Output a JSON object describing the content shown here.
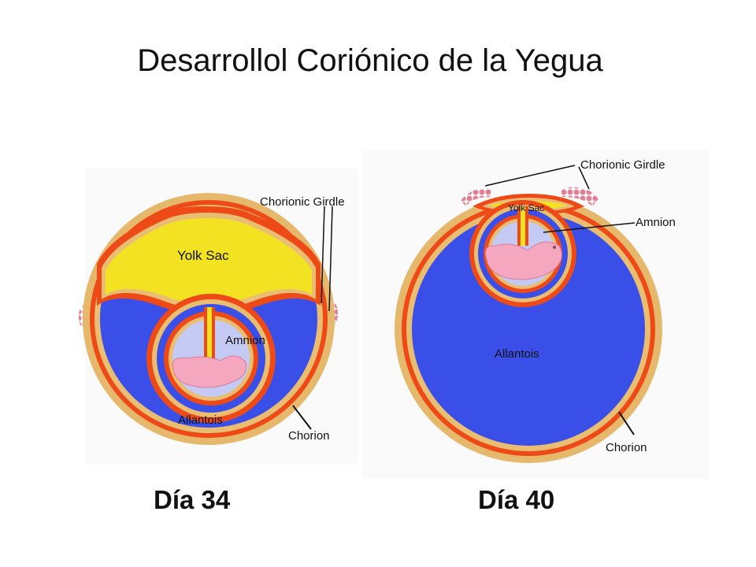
{
  "title": "Desarrollol Coriónico de la Yegua",
  "day34": {
    "caption": "Día 34",
    "labels": {
      "yolk_sac": "Yolk Sac",
      "amnion": "Amnion",
      "allantois": "Allantois",
      "chorion": "Chorion",
      "chorionic_girdle": "Chorionic Girdle"
    }
  },
  "day40": {
    "caption": "Día 40",
    "labels": {
      "yolk_sac": "Yolk Sac",
      "amnion": "Amnion",
      "allantois": "Allantois",
      "chorion": "Chorion",
      "chorionic_girdle": "Chorionic Girdle"
    }
  },
  "colors": {
    "yolk": "#f2e222",
    "allantois": "#3a4fe8",
    "amnion_fluid": "#c4caf4",
    "membrane_red": "#ee4a18",
    "membrane_tan": "#e9bd72",
    "embryo": "#f4a7be",
    "girdle": "#e88a9e"
  }
}
